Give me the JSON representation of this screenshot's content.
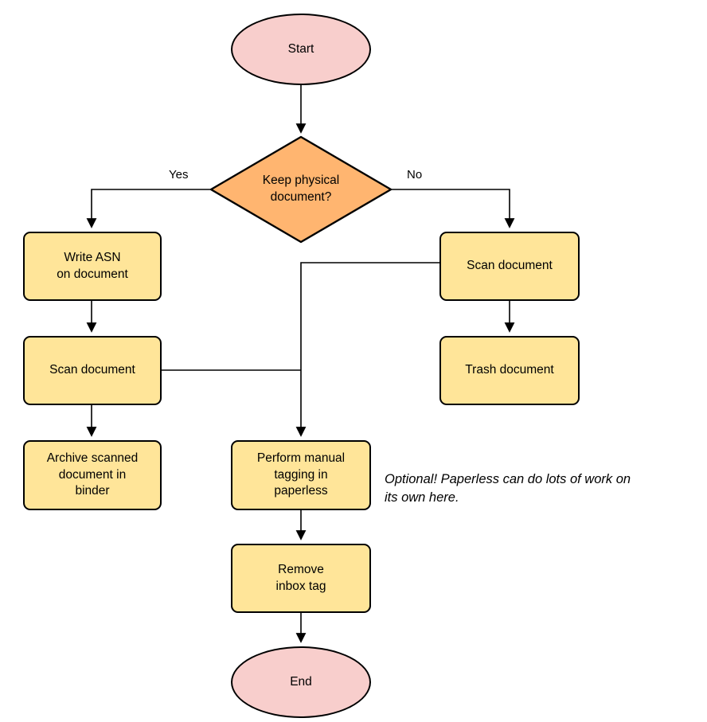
{
  "diagram": {
    "type": "flowchart",
    "nodes": {
      "start": {
        "label": "Start",
        "shape": "terminal",
        "fill": "#f8cecc"
      },
      "decision": {
        "label": "Keep physical\ndocument?",
        "shape": "decision",
        "fill": "#ffb570"
      },
      "write_asn": {
        "label": "Write ASN\non document",
        "shape": "process",
        "fill": "#ffe599"
      },
      "scan_left": {
        "label": "Scan document",
        "shape": "process",
        "fill": "#ffe599"
      },
      "archive": {
        "label": "Archive scanned\ndocument in\nbinder",
        "shape": "process",
        "fill": "#ffe599"
      },
      "scan_right": {
        "label": "Scan document",
        "shape": "process",
        "fill": "#ffe599"
      },
      "trash": {
        "label": "Trash document",
        "shape": "process",
        "fill": "#ffe599"
      },
      "tagging": {
        "label": "Perform manual\ntagging in\npaperless",
        "shape": "process",
        "fill": "#ffe599"
      },
      "remove_inbox": {
        "label": "Remove\ninbox tag",
        "shape": "process",
        "fill": "#ffe599"
      },
      "end": {
        "label": "End",
        "shape": "terminal",
        "fill": "#f8cecc"
      }
    },
    "edge_labels": {
      "yes": "Yes",
      "no": "No"
    },
    "edges": [
      "start -> decision",
      "decision -> write_asn [Yes]",
      "decision -> scan_right [No]",
      "write_asn -> scan_left",
      "scan_left -> archive",
      "scan_right -> trash",
      "scan_right -> tagging",
      "scan_left -> tagging",
      "tagging -> remove_inbox",
      "remove_inbox -> end"
    ],
    "annotation": "Optional! Paperless can do lots of work on\nits own here.",
    "colors": {
      "stroke": "#000000",
      "pink": "#f8cecc",
      "yellow": "#ffe599",
      "orange": "#ffb570"
    }
  }
}
